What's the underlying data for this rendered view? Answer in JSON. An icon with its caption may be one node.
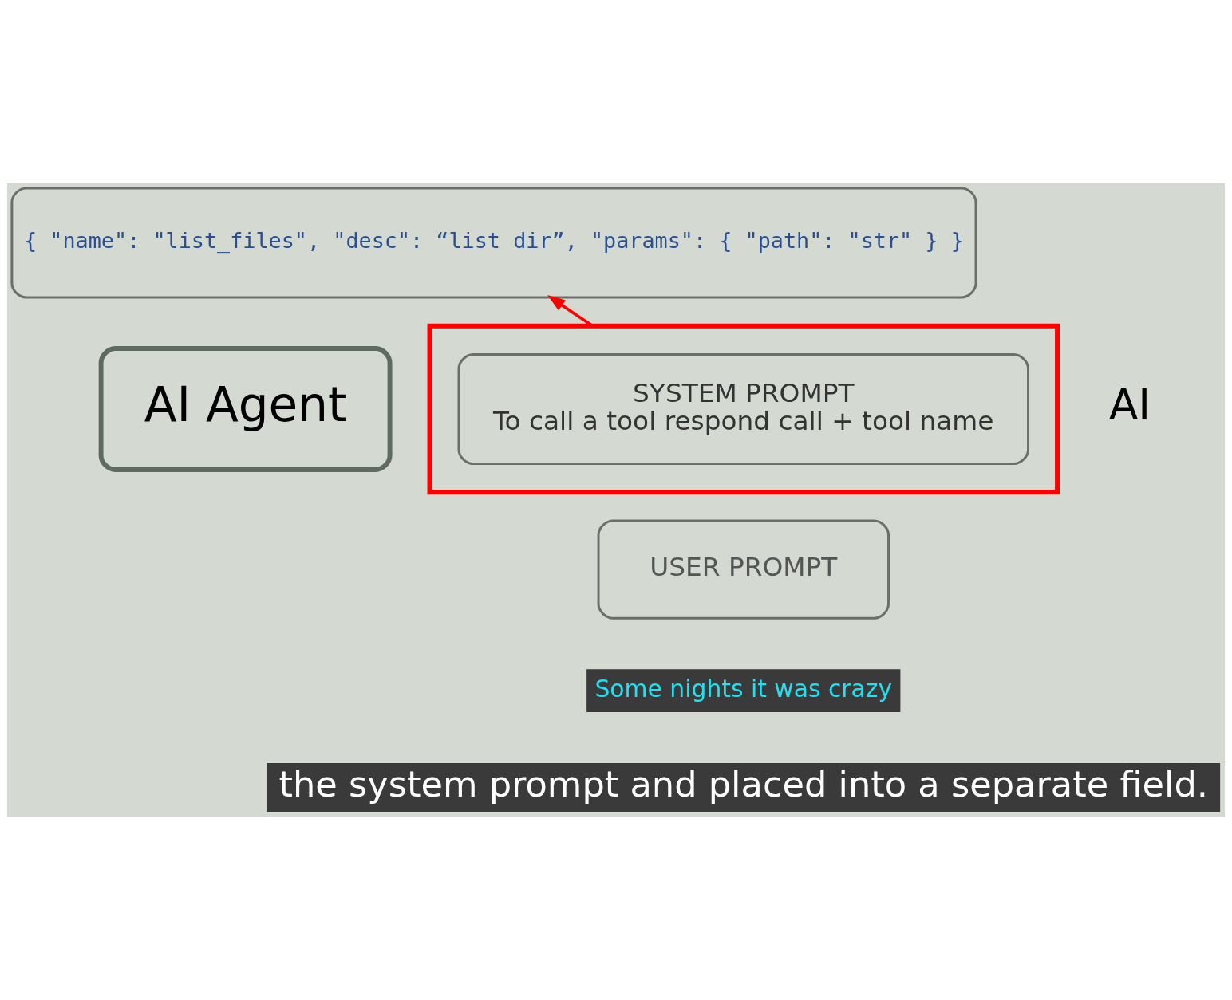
{
  "diagram": {
    "nodes": [
      {
        "text": [
          "AI Agent"
        ]
      },
      {
        "text": [
          "{ \"name\": \"list_files\", \"desc\": “list dir”, \"params\": { \"path\": \"str\" } }"
        ]
      },
      {
        "text": [],
        "shape": "box"
      },
      {
        "text": [
          "SYSTEM PROMPT",
          "To call a tool respond call + tool name"
        ],
        "in": 2
      },
      {
        "text": [
          "USER PROMPT"
        ]
      },
      {
        "text": [
          "AI"
        ]
      }
    ],
    "edges": [
      {
        "from": 2,
        "to": 1,
        "arrow": "to",
        "color": "#ff0000"
      }
    ],
    "labels": [
      "Some nights it was crazy",
      "the system prompt and placed into a separate field."
    ]
  }
}
